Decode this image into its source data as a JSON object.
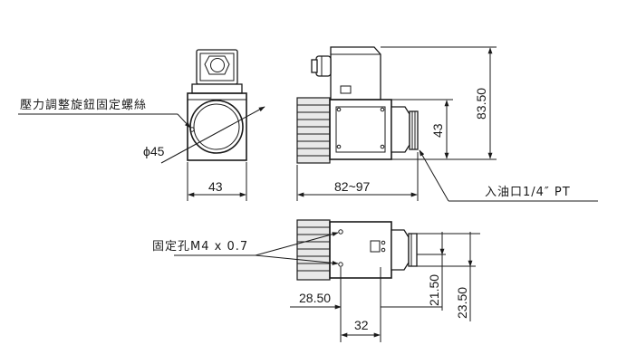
{
  "labels": {
    "adjust_screw": "壓力調整旋鈕固定螺絲",
    "fixing_hole": "固定孔M4 x 0.7",
    "oil_inlet": "入油口1/4″ PT"
  },
  "dimensions": {
    "diameter": "ϕ45",
    "front_width": "43",
    "total_height": "83.50",
    "body_height": "43",
    "length": "82~97",
    "hole_dist": "28.50",
    "width_32": "32",
    "height_21_5": "21.50",
    "height_23_5": "23.50"
  }
}
